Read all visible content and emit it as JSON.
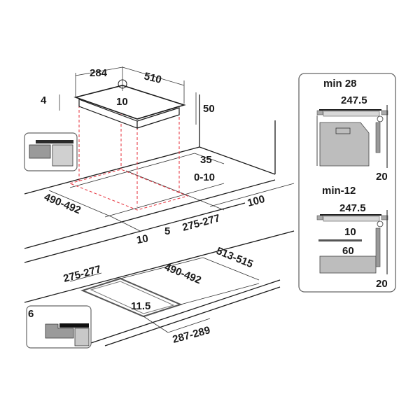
{
  "top_view": {
    "width_284": "284",
    "depth_510": "510",
    "glass_4": "4",
    "center_10": "10",
    "height_50": "50",
    "back_35": "35",
    "gap_0_10": "0-10",
    "edge_100": "100",
    "cutout_490_492": "490-492",
    "front_10": "10",
    "front_5": "5",
    "cutout_275_277": "275-277"
  },
  "flush_view": {
    "cutout_275_277": "275-277",
    "cutout_490_492": "490-492",
    "recess_513_515": "513-515",
    "rebate_11_5": "11.5",
    "recess_287_289": "287-289",
    "depth_6": "6"
  },
  "side_panel": {
    "upper": {
      "min_label": "min 28",
      "depth": "247.5",
      "wall_gap": "20"
    },
    "lower": {
      "min_label": "min-12",
      "depth": "247.5",
      "clearance_10": "10",
      "gap_60": "60",
      "wall_gap": "20"
    }
  },
  "colors": {
    "cut_line": "#e8404a",
    "fill_grey": "#b3b3b3",
    "panel_border": "#666666"
  }
}
